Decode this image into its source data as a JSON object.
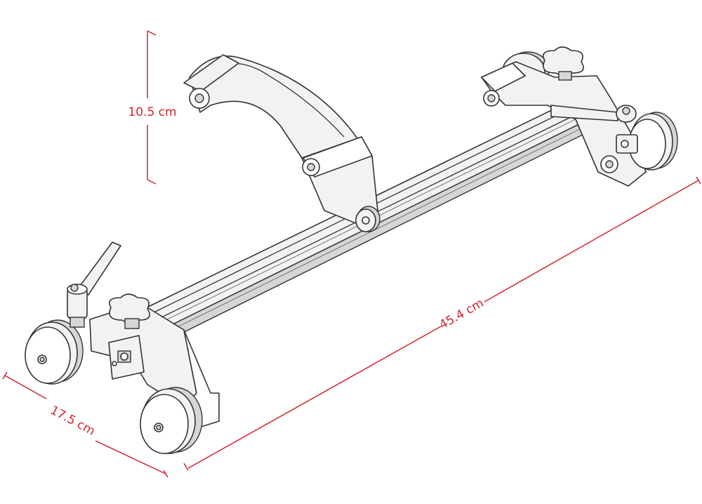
{
  "colors": {
    "dimension": "#d0252f",
    "outline": "#333333",
    "fill": "#f2f2f2",
    "background": "#ffffff"
  },
  "dimensions": {
    "height_label": "10.5 cm",
    "length_label": "45.4 cm",
    "width_label": "17.5 cm"
  }
}
